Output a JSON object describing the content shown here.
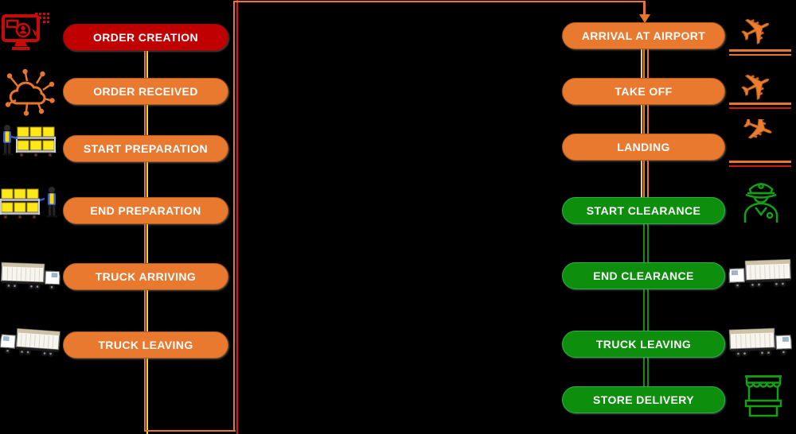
{
  "diagram": {
    "left_column": {
      "steps": [
        {
          "label": "ORDER CREATION",
          "color": "#C00000",
          "icon": "online-order-icon"
        },
        {
          "label": "ORDER RECEIVED",
          "color": "#E8792F",
          "icon": "cloud-network-icon"
        },
        {
          "label": "START PREPARATION",
          "color": "#E8792F",
          "icon": "worker-with-cart-icon"
        },
        {
          "label": "END PREPARATION",
          "color": "#E8792F",
          "icon": "cart-with-worker-icon"
        },
        {
          "label": "TRUCK ARRIVING",
          "color": "#E8792F",
          "icon": "truck-facing-right-icon"
        },
        {
          "label": "TRUCK LEAVING",
          "color": "#E8792F",
          "icon": "truck-facing-left-icon"
        }
      ]
    },
    "right_column": {
      "steps": [
        {
          "label": "ARRIVAL AT AIRPORT",
          "color": "#E8792F",
          "icon": "plane-takeoff-icon"
        },
        {
          "label": "TAKE OFF",
          "color": "#E8792F",
          "icon": "plane-takeoff-icon"
        },
        {
          "label": "LANDING",
          "color": "#E8792F",
          "icon": "plane-landing-icon"
        },
        {
          "label": "START CLEARANCE",
          "color": "#0D8E0D",
          "icon": "customs-officer-icon"
        },
        {
          "label": "END CLEARANCE",
          "color": "#0D8E0D",
          "icon": "truck-facing-left-icon"
        },
        {
          "label": "TRUCK LEAVING",
          "color": "#0D8E0D",
          "icon": "truck-facing-right-icon"
        },
        {
          "label": "STORE DELIVERY",
          "color": "#0D8E0D",
          "icon": "store-icon"
        }
      ]
    },
    "colors": {
      "background": "#000000",
      "pill_red": "#C00000",
      "pill_orange": "#E8792F",
      "pill_green": "#0D8E0D",
      "connector_orange": "#E8762C",
      "connector_yellow": "#F0DC1E",
      "connector_red": "#CC1A0E",
      "connector_green": "#0F8F0F",
      "text": "#FFFFFF"
    }
  }
}
